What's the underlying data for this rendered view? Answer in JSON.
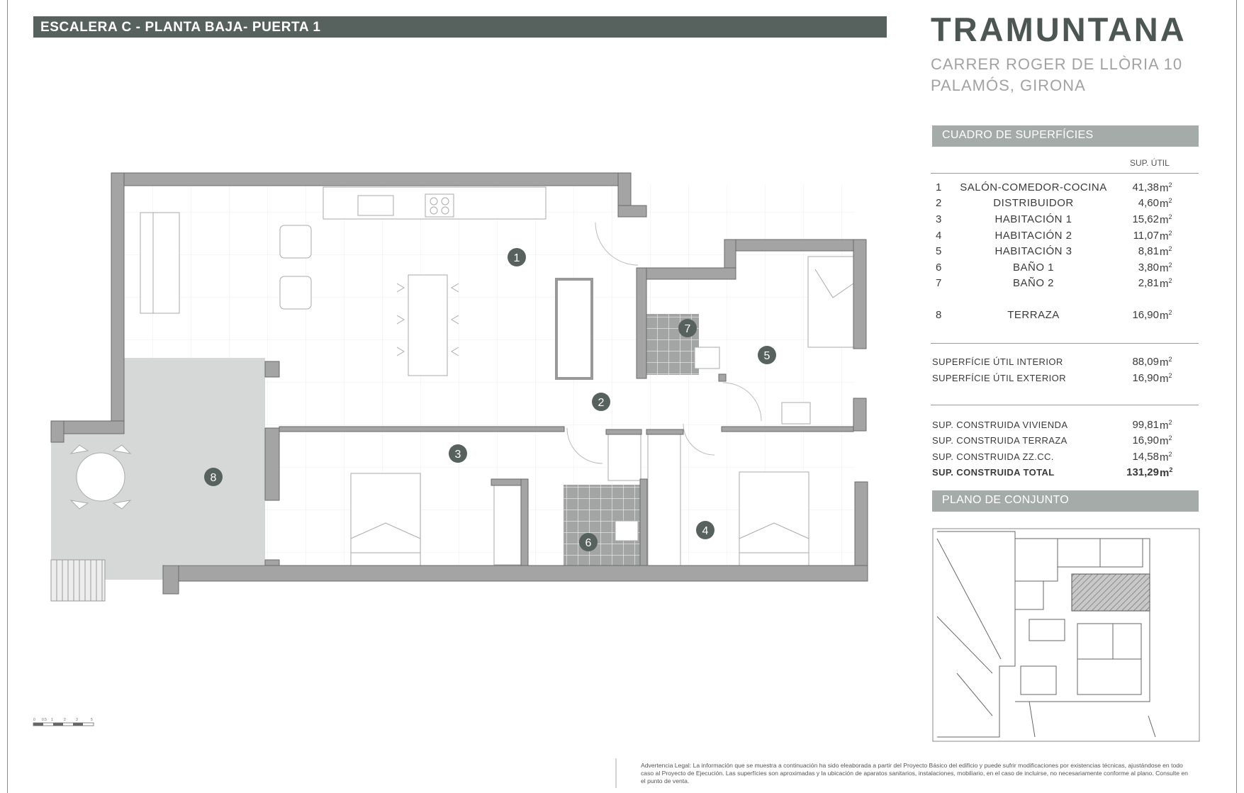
{
  "header": {
    "title": "ESCALERA C - PLANTA BAJA- PUERTA 1"
  },
  "brand": {
    "name": "TRAMUNTANA",
    "address_line1": "CARRER ROGER DE LLÒRIA 10",
    "address_line2": "PALAMÓS, GIRONA"
  },
  "areas": {
    "section_title": "CUADRO DE SUPERFÍCIES",
    "column_header": "SUP. ÚTIL",
    "unit": "m",
    "unit_exp": "2",
    "rooms": [
      {
        "num": "1",
        "name": "SALÓN-COMEDOR-COCINA",
        "value": "41,38"
      },
      {
        "num": "2",
        "name": "DISTRIBUIDOR",
        "value": "4,60"
      },
      {
        "num": "3",
        "name": "HABITACIÓN 1",
        "value": "15,62"
      },
      {
        "num": "4",
        "name": "HABITACIÓN 2",
        "value": "11,07"
      },
      {
        "num": "5",
        "name": "HABITACIÓN 3",
        "value": "8,81"
      },
      {
        "num": "6",
        "name": "BAÑO 1",
        "value": "3,80"
      },
      {
        "num": "7",
        "name": "BAÑO 2",
        "value": "2,81"
      },
      {
        "num": "8",
        "name": "TERRAZA",
        "value": "16,90"
      }
    ],
    "useful": [
      {
        "label": "SUPERFÍCIE ÚTIL INTERIOR",
        "value": "88,09"
      },
      {
        "label": "SUPERFÍCIE ÚTIL EXTERIOR",
        "value": "16,90"
      }
    ],
    "built": [
      {
        "label": "SUP. CONSTRUIDA VIVIENDA",
        "value": "99,81"
      },
      {
        "label": "SUP. CONSTRUIDA TERRAZA",
        "value": "16,90"
      },
      {
        "label": "SUP. CONSTRUIDA ZZ.CC.",
        "value": "14,58"
      },
      {
        "label": "SUP. CONSTRUIDA TOTAL",
        "value": "131,29"
      }
    ]
  },
  "site_plan": {
    "section_title": "PLANO DE CONJUNTO"
  },
  "plan_labels": [
    "1",
    "2",
    "3",
    "4",
    "5",
    "6",
    "7",
    "8"
  ],
  "scale_bar": [
    "0",
    "0.5",
    "1",
    "2",
    "3",
    "5"
  ],
  "legal": "Advertencia Legal: La información que se muestra a continuación ha sido eleaborada a partir del Proyecto Básico del edificio y puede sufrir modificaciones por existencias técnicas, ajustándose en todo caso al Proyecto de Ejecución. Las superfícies son aproximadas y la ubicación de aparatos sanitarios, instalaciones, mobiliario, en el caso de incluirse, no necesariamente conforme al plano. Consulte en el punto de venta.",
  "colors": {
    "header_bar": "#57625f",
    "brand": "#4c5653",
    "section_bar": "#a5aba9",
    "wall": "#a4a4a4",
    "terrace": "#d7d9d8",
    "tile": "#9fa2a1",
    "marker": "#57625f"
  }
}
